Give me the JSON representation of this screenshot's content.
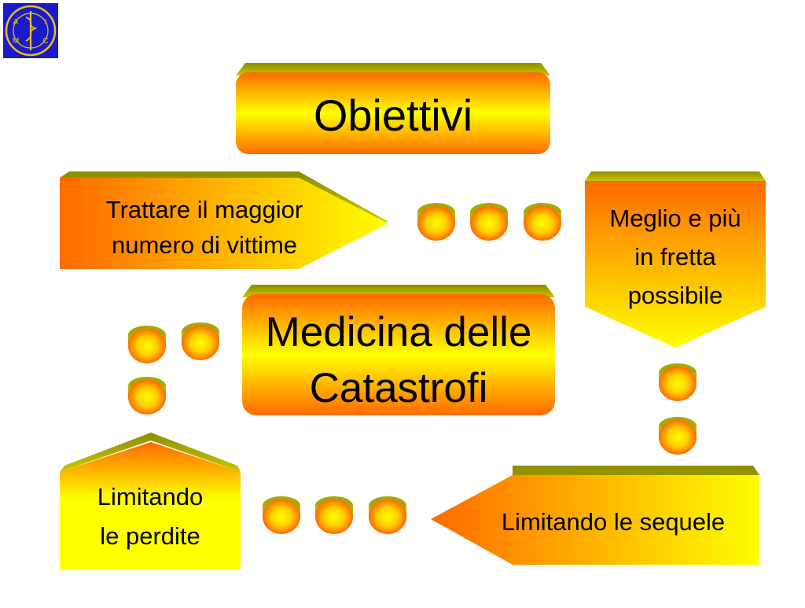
{
  "logo": {
    "letters": [
      "A",
      "I",
      "M",
      "C"
    ],
    "background": "#1a1acc",
    "foreground": "#e8c400"
  },
  "title": "Obiettivi",
  "center": {
    "line1": "Medicina delle",
    "line2": "Catastrofi"
  },
  "arrow_top_left": {
    "line1": "Trattare il maggior",
    "line2": "numero di vittime"
  },
  "arrow_top_right": {
    "line1": "Meglio e più",
    "line2": "in fretta",
    "line3": "possibile"
  },
  "arrow_bottom_right": {
    "line1": "Limitando le sequele"
  },
  "arrow_bottom_left": {
    "line1": "Limitando",
    "line2": "le perdite"
  },
  "colors": {
    "orange": "#ff6a00",
    "yellow": "#ffff00",
    "bevel": "#a8a800",
    "shadow": "#8c8c00"
  }
}
